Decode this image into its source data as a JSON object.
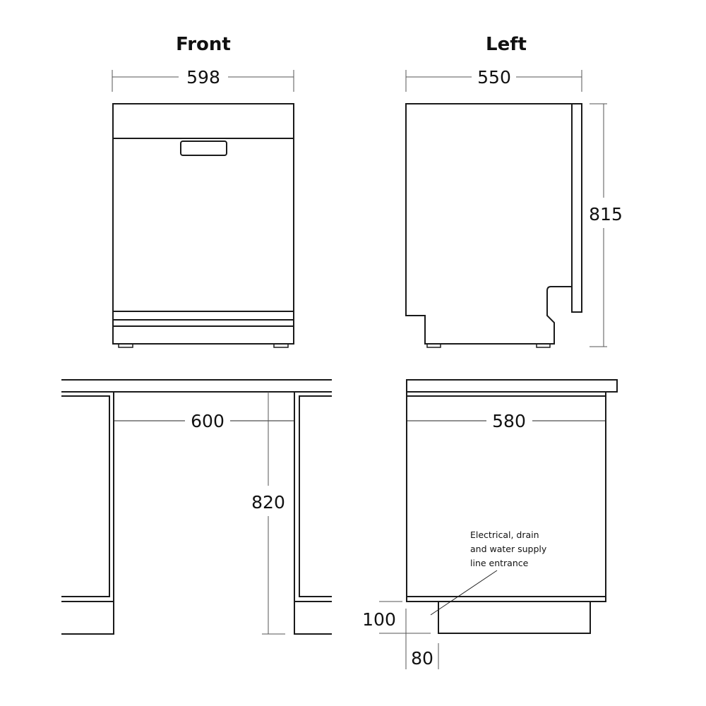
{
  "views": {
    "front": {
      "title": "Front",
      "width_label": "598"
    },
    "left": {
      "title": "Left",
      "depth_label": "550",
      "height_label": "815"
    }
  },
  "installation": {
    "niche_width_label": "600",
    "niche_height_label": "820",
    "niche_depth_label": "580",
    "plinth_height_label": "100",
    "plinth_setback_label": "80",
    "note_lines": [
      "Electrical, drain",
      "and water supply",
      "line entrance"
    ]
  },
  "colors": {
    "line": "#1a1a1a",
    "dimension_line": "#555555",
    "background": "#ffffff"
  }
}
